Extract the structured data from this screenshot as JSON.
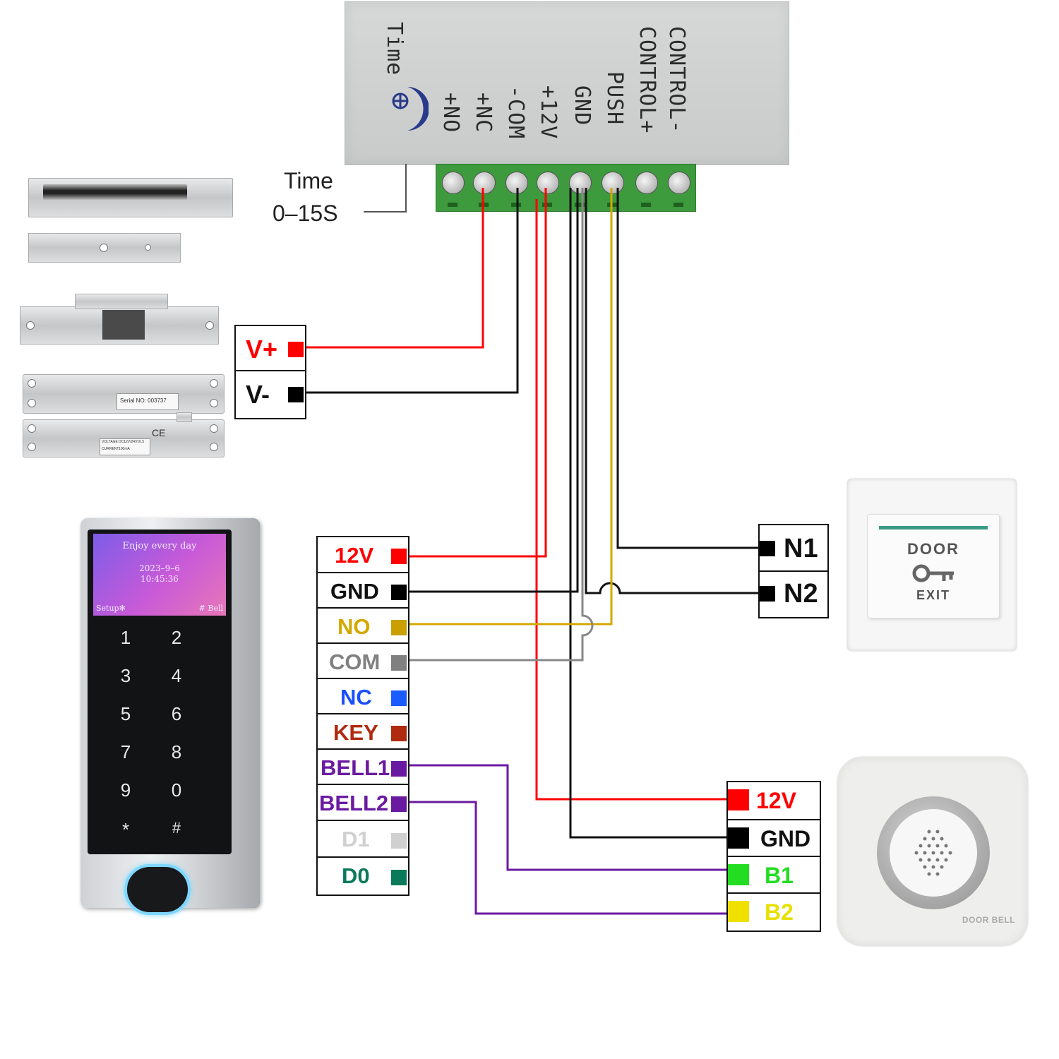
{
  "psu": {
    "labels": [
      "CONTROL-",
      "CONTROL+",
      "PUSH",
      "GND",
      "+12V",
      "-COM",
      "+NC",
      "+NO"
    ],
    "knob_label": "Time",
    "time_label": "Time",
    "time_range": "0–15S"
  },
  "lock_output": {
    "rows": [
      {
        "label": "V+",
        "color": "#ff0000",
        "chip": "#ff0000"
      },
      {
        "label": "V-",
        "color": "#111111",
        "chip": "#000000"
      }
    ]
  },
  "keypad_terminals": {
    "rows": [
      {
        "label": "12V",
        "color": "#ff0000",
        "chip": "#ff0000"
      },
      {
        "label": "GND",
        "color": "#111111",
        "chip": "#000000"
      },
      {
        "label": "NO",
        "color": "#d4a800",
        "chip": "#c9a000"
      },
      {
        "label": "COM",
        "color": "#808080",
        "chip": "#808080"
      },
      {
        "label": "NC",
        "color": "#1a4fff",
        "chip": "#1a5cff"
      },
      {
        "label": "KEY",
        "color": "#b02a10",
        "chip": "#b02a10"
      },
      {
        "label": "BELL1",
        "color": "#6a1aa0",
        "chip": "#6a1aa0"
      },
      {
        "label": "BELL2",
        "color": "#6a1aa0",
        "chip": "#6a1aa0"
      },
      {
        "label": "D1",
        "color": "#d0d0d0",
        "chip": "#d0d0d0"
      },
      {
        "label": "D0",
        "color": "#0a7a5a",
        "chip": "#0a7a5a"
      }
    ]
  },
  "exit_terminals": {
    "rows": [
      {
        "label": "N1",
        "color": "#111111",
        "chip": "#000000"
      },
      {
        "label": "N2",
        "color": "#111111",
        "chip": "#000000"
      }
    ]
  },
  "bell_terminals": {
    "rows": [
      {
        "label": "12V",
        "color": "#ff0000",
        "chip": "#ff0000"
      },
      {
        "label": "GND",
        "color": "#111111",
        "chip": "#000000"
      },
      {
        "label": "B1",
        "color": "#22dd22",
        "chip": "#22dd22"
      },
      {
        "label": "B2",
        "color": "#e8e000",
        "chip": "#f0e000"
      }
    ]
  },
  "exit_button": {
    "line1": "DOOR",
    "line2": "EXIT",
    "icon": "key-icon"
  },
  "doorbell": {
    "label": "DOOR BELL",
    "icon": "speaker-icon"
  },
  "keypad": {
    "screen_line1": "Enjoy every day",
    "date": "2023–9–6",
    "time": "10:45:36",
    "setup": "Setup✻",
    "bell": "# Bell",
    "keys": [
      "1",
      "2",
      "3",
      "4",
      "5",
      "6",
      "7",
      "8",
      "9",
      "0",
      "*",
      "#"
    ]
  },
  "lock_labels": {
    "serial": "Serial NO: 003737",
    "voltage": "VOLTAGE",
    "voltage_val": "DC12V/24V±0.5",
    "current": "CURRENT",
    "current_val": "100mA",
    "ce": "CE"
  },
  "wire_colors": {
    "red": "#ff0000",
    "black": "#111111",
    "yellow": "#d4a800",
    "gray": "#888888",
    "purple": "#6a1aa0"
  }
}
